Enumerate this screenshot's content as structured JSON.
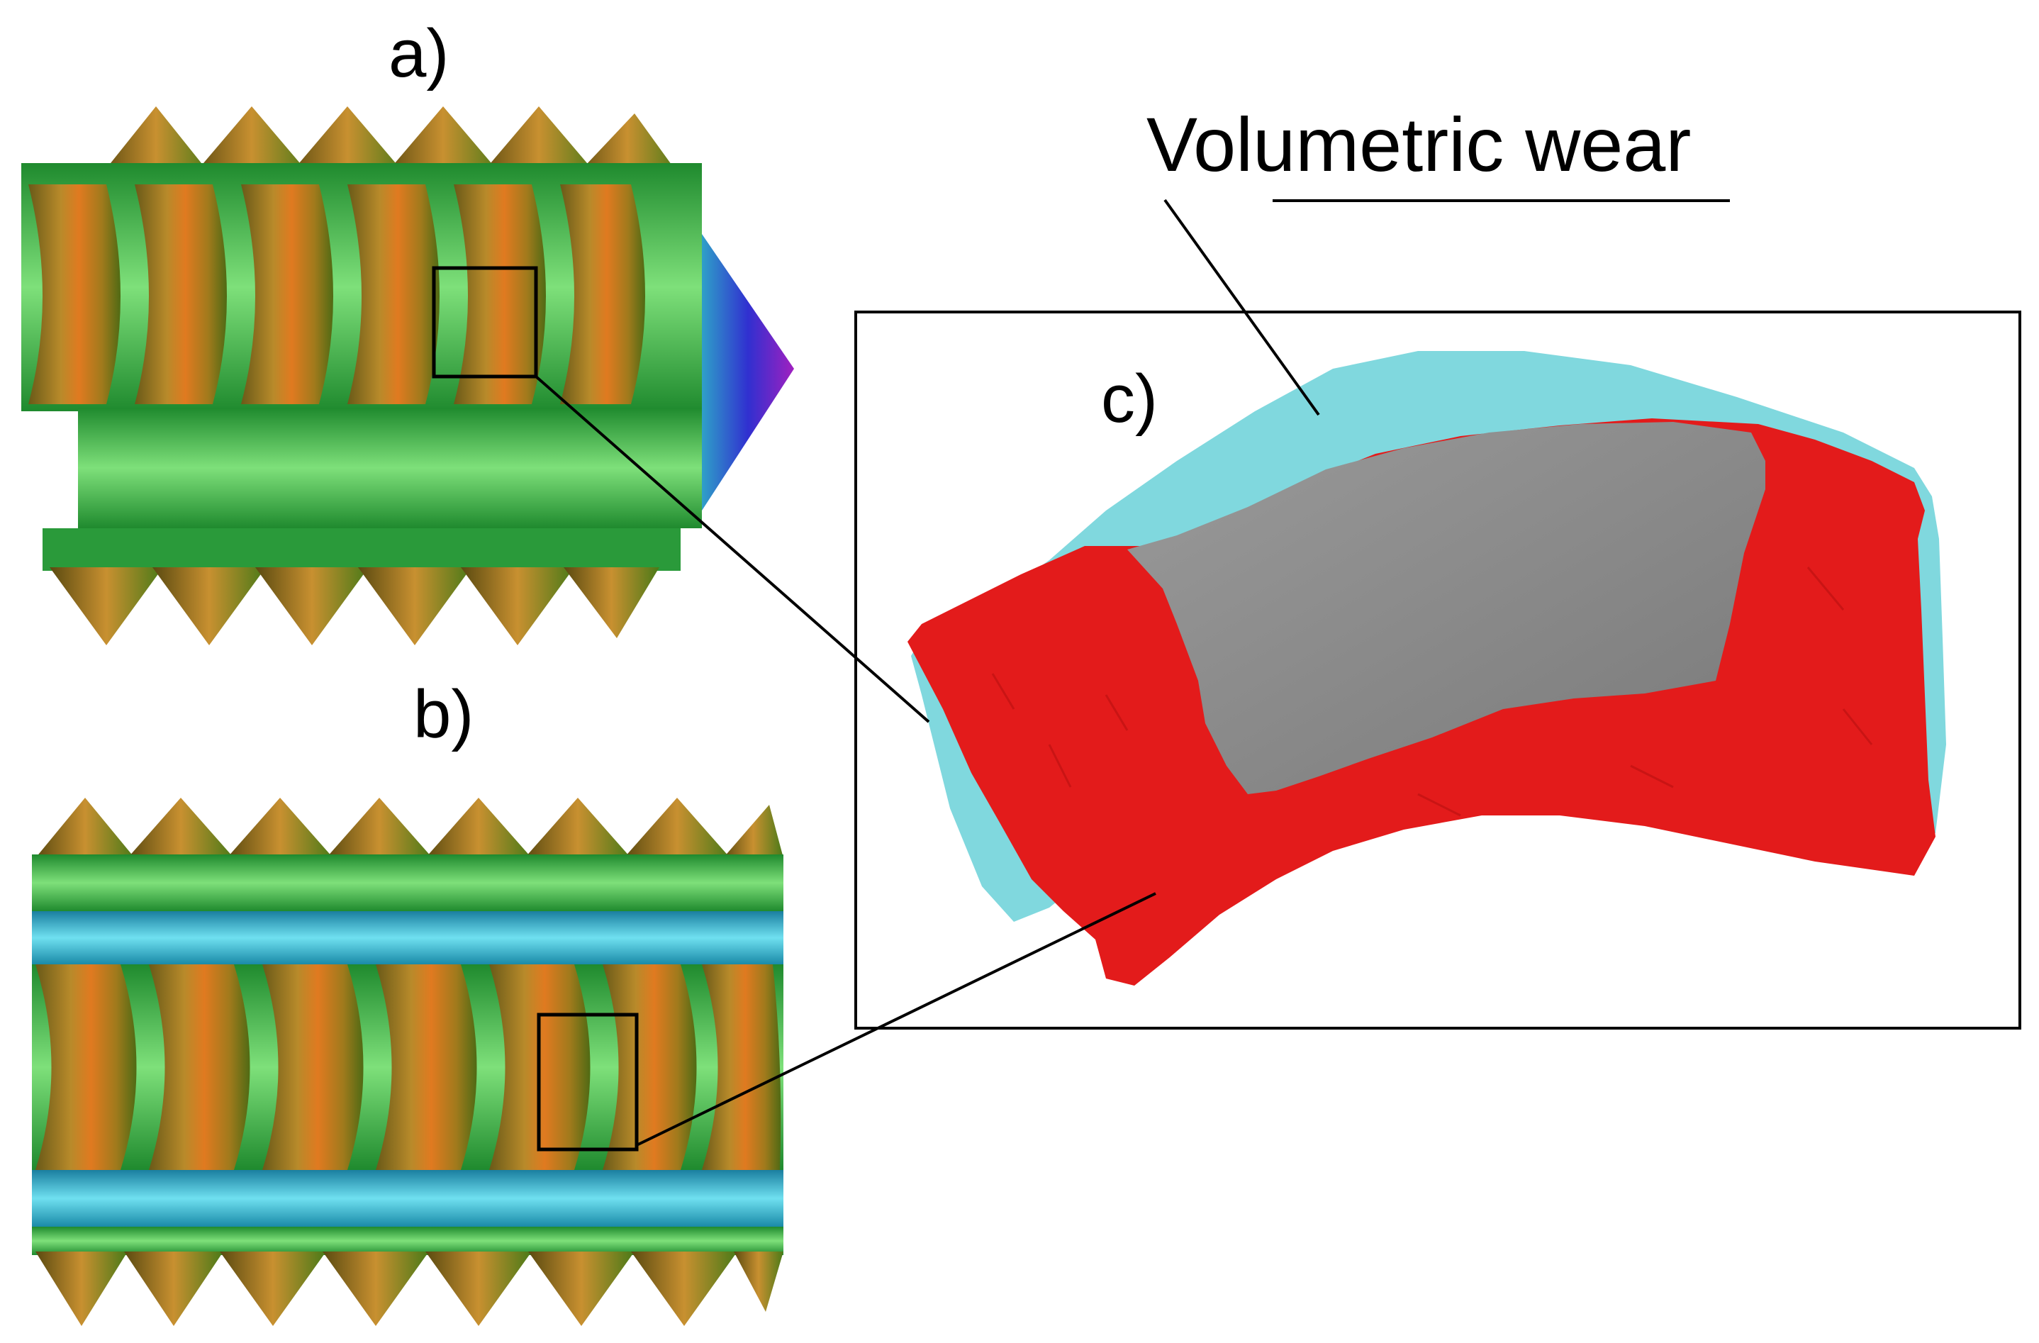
{
  "labels": {
    "a": "a)",
    "b": "b)",
    "c": "c)",
    "wear": "Volumetric wear"
  },
  "colors": {
    "original_surface": "#7fd6dc",
    "worn_surface": "#e01515",
    "wear_region": "#8a8a8a",
    "thread_gold": "#b8862a",
    "thread_green": "#2db84a",
    "thread_cyan": "#22b8c8",
    "outline": "#000000"
  }
}
